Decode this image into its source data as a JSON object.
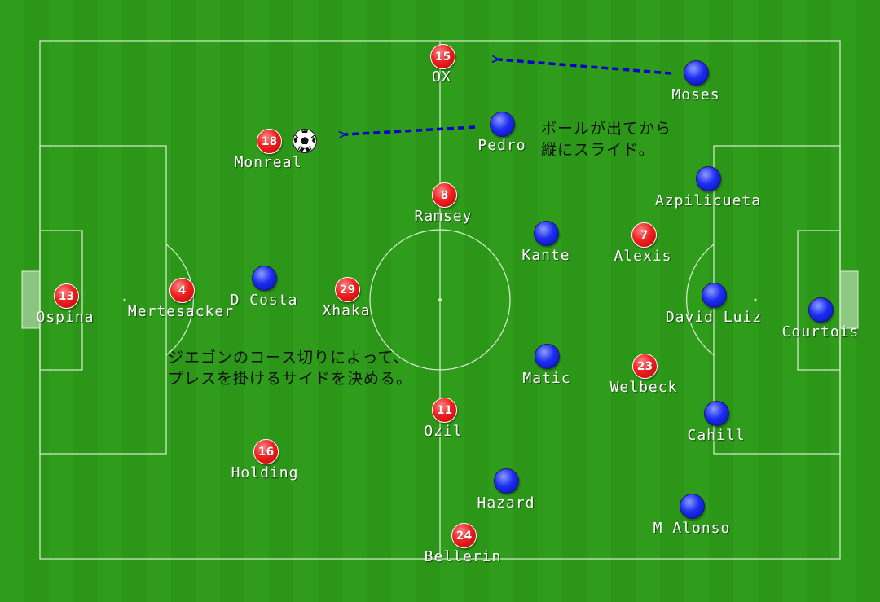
{
  "colors": {
    "grass": "#2e9a1a",
    "lines": "#d8efd0",
    "home": "#e82020",
    "away": "#1d2df0",
    "arrow": "#0000cc"
  },
  "home_players": [
    {
      "id": "ox",
      "number": "15",
      "name": "OX"
    },
    {
      "id": "monreal",
      "number": "18",
      "name": "Monreal"
    },
    {
      "id": "ramsey",
      "number": "8",
      "name": "Ramsey"
    },
    {
      "id": "ospina",
      "number": "13",
      "name": "Ospina"
    },
    {
      "id": "mertesacker",
      "number": "4",
      "name": "Mertesacker"
    },
    {
      "id": "xhaka",
      "number": "29",
      "name": "Xhaka"
    },
    {
      "id": "alexis",
      "number": "7",
      "name": "Alexis"
    },
    {
      "id": "welbeck",
      "number": "23",
      "name": "Welbeck"
    },
    {
      "id": "ozil",
      "number": "11",
      "name": "Ozil"
    },
    {
      "id": "holding",
      "number": "16",
      "name": "Holding"
    },
    {
      "id": "bellerin",
      "number": "24",
      "name": "Bellerin"
    }
  ],
  "away_players": [
    {
      "id": "moses",
      "name": "Moses"
    },
    {
      "id": "pedro",
      "name": "Pedro"
    },
    {
      "id": "azpilicueta",
      "name": "Azpilicueta"
    },
    {
      "id": "kante",
      "name": "Kante"
    },
    {
      "id": "d-costa",
      "name": "D Costa"
    },
    {
      "id": "david-luiz",
      "name": "David Luiz"
    },
    {
      "id": "courtois",
      "name": "Courtois"
    },
    {
      "id": "matic",
      "name": "Matic"
    },
    {
      "id": "cahill",
      "name": "Cahill"
    },
    {
      "id": "hazard",
      "name": "Hazard"
    },
    {
      "id": "m-alonso",
      "name": "M Alonso"
    }
  ],
  "annotations": {
    "slide": [
      "ボールが出てから",
      "縦にスライド。"
    ],
    "press": [
      "ジエゴンのコース切りによって、",
      "プレスを掛けるサイドを決める。"
    ]
  },
  "ball": {
    "icon": "soccer-ball-icon"
  }
}
